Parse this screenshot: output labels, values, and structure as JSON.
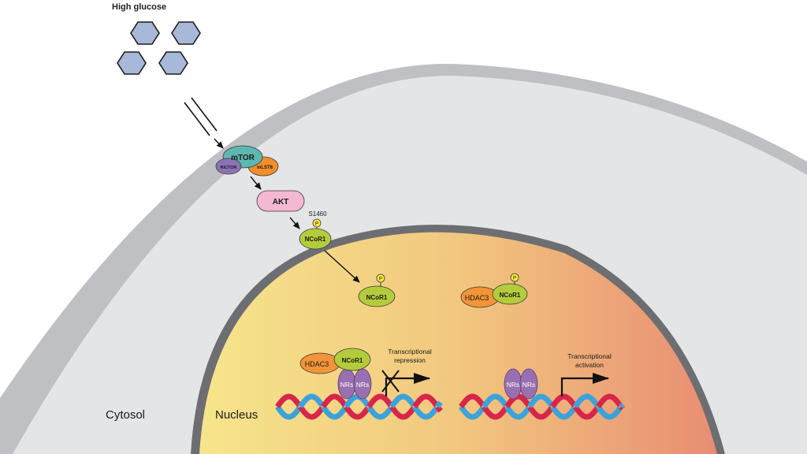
{
  "labels": {
    "high_glucose": "High glucose",
    "cytosol": "Cytosol",
    "nucleus": "Nucleus",
    "mtor": "mTOR",
    "rictor": "RICTOR",
    "mlst8": "mLST8",
    "akt": "AKT",
    "s1460": "S1460",
    "phospho": "P",
    "ncor1": "NCoR1",
    "hdac3": "HDAC3",
    "nrs": "NRs",
    "repression_line1": "Transcriptional",
    "repression_line2": "repression",
    "activation_line1": "Transcriptional",
    "activation_line2": "activation"
  },
  "colors": {
    "glucose_fill": "#a7b8d8",
    "cell_fill": "#e4e5e7",
    "cell_border": "#bfc0c3",
    "nucleus_border": "#6d6e71",
    "nucleus_left": "#f6e58b",
    "nucleus_mid": "#f2c77f",
    "nucleus_right": "#e98d73",
    "mtor": "#5cb8b0",
    "rictor": "#8d72b5",
    "mlst8": "#f28e2c",
    "akt": "#f4b8d2",
    "ncor1": "#b4cc3c",
    "phospho": "#f7ec3a",
    "hdac3": "#f29437",
    "nrs": "#9a6fb0",
    "dna_red": "#d7264a",
    "dna_blue": "#3ba3da"
  }
}
